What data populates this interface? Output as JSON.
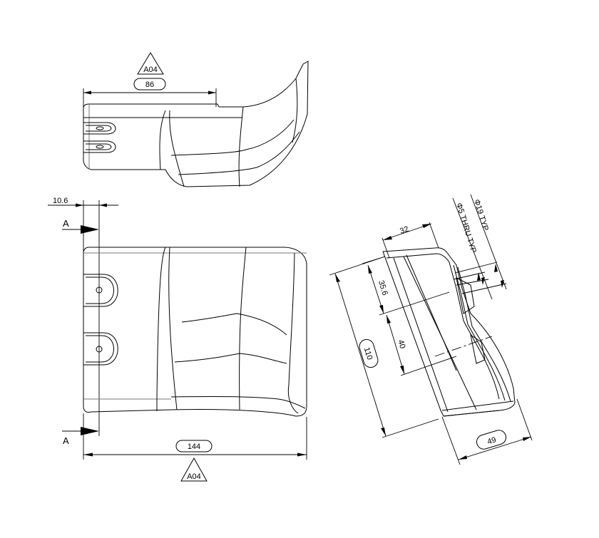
{
  "drawing": {
    "type": "engineering-drawing",
    "views": {
      "top_view": {
        "dimension_86": "86",
        "datum_ref_top": "A04"
      },
      "front_view": {
        "dimension_10_6": "10.6",
        "section_label_top": "A",
        "section_label_bottom": "A",
        "dimension_144": "144",
        "datum_ref_bottom": "A04"
      },
      "section_view": {
        "dimension_32": "32",
        "dimension_35_6": "35.6",
        "dimension_40": "40",
        "dimension_110": "110",
        "dimension_49": "49",
        "note_hole_thru": "Φ5 THRU TYP",
        "note_counterbore": "Φ19 TYP"
      }
    }
  }
}
